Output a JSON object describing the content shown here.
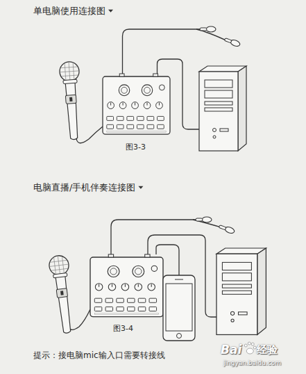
{
  "diagram": {
    "labels": [
      "单电脑使用连接图",
      "图3-3",
      "电脑直播/手机伴奏连接图",
      "图3-4",
      "提示：接电脑mic输入口需要转接线",
      "Bai",
      "经验",
      "jingyan.baidu.com"
    ]
  }
}
